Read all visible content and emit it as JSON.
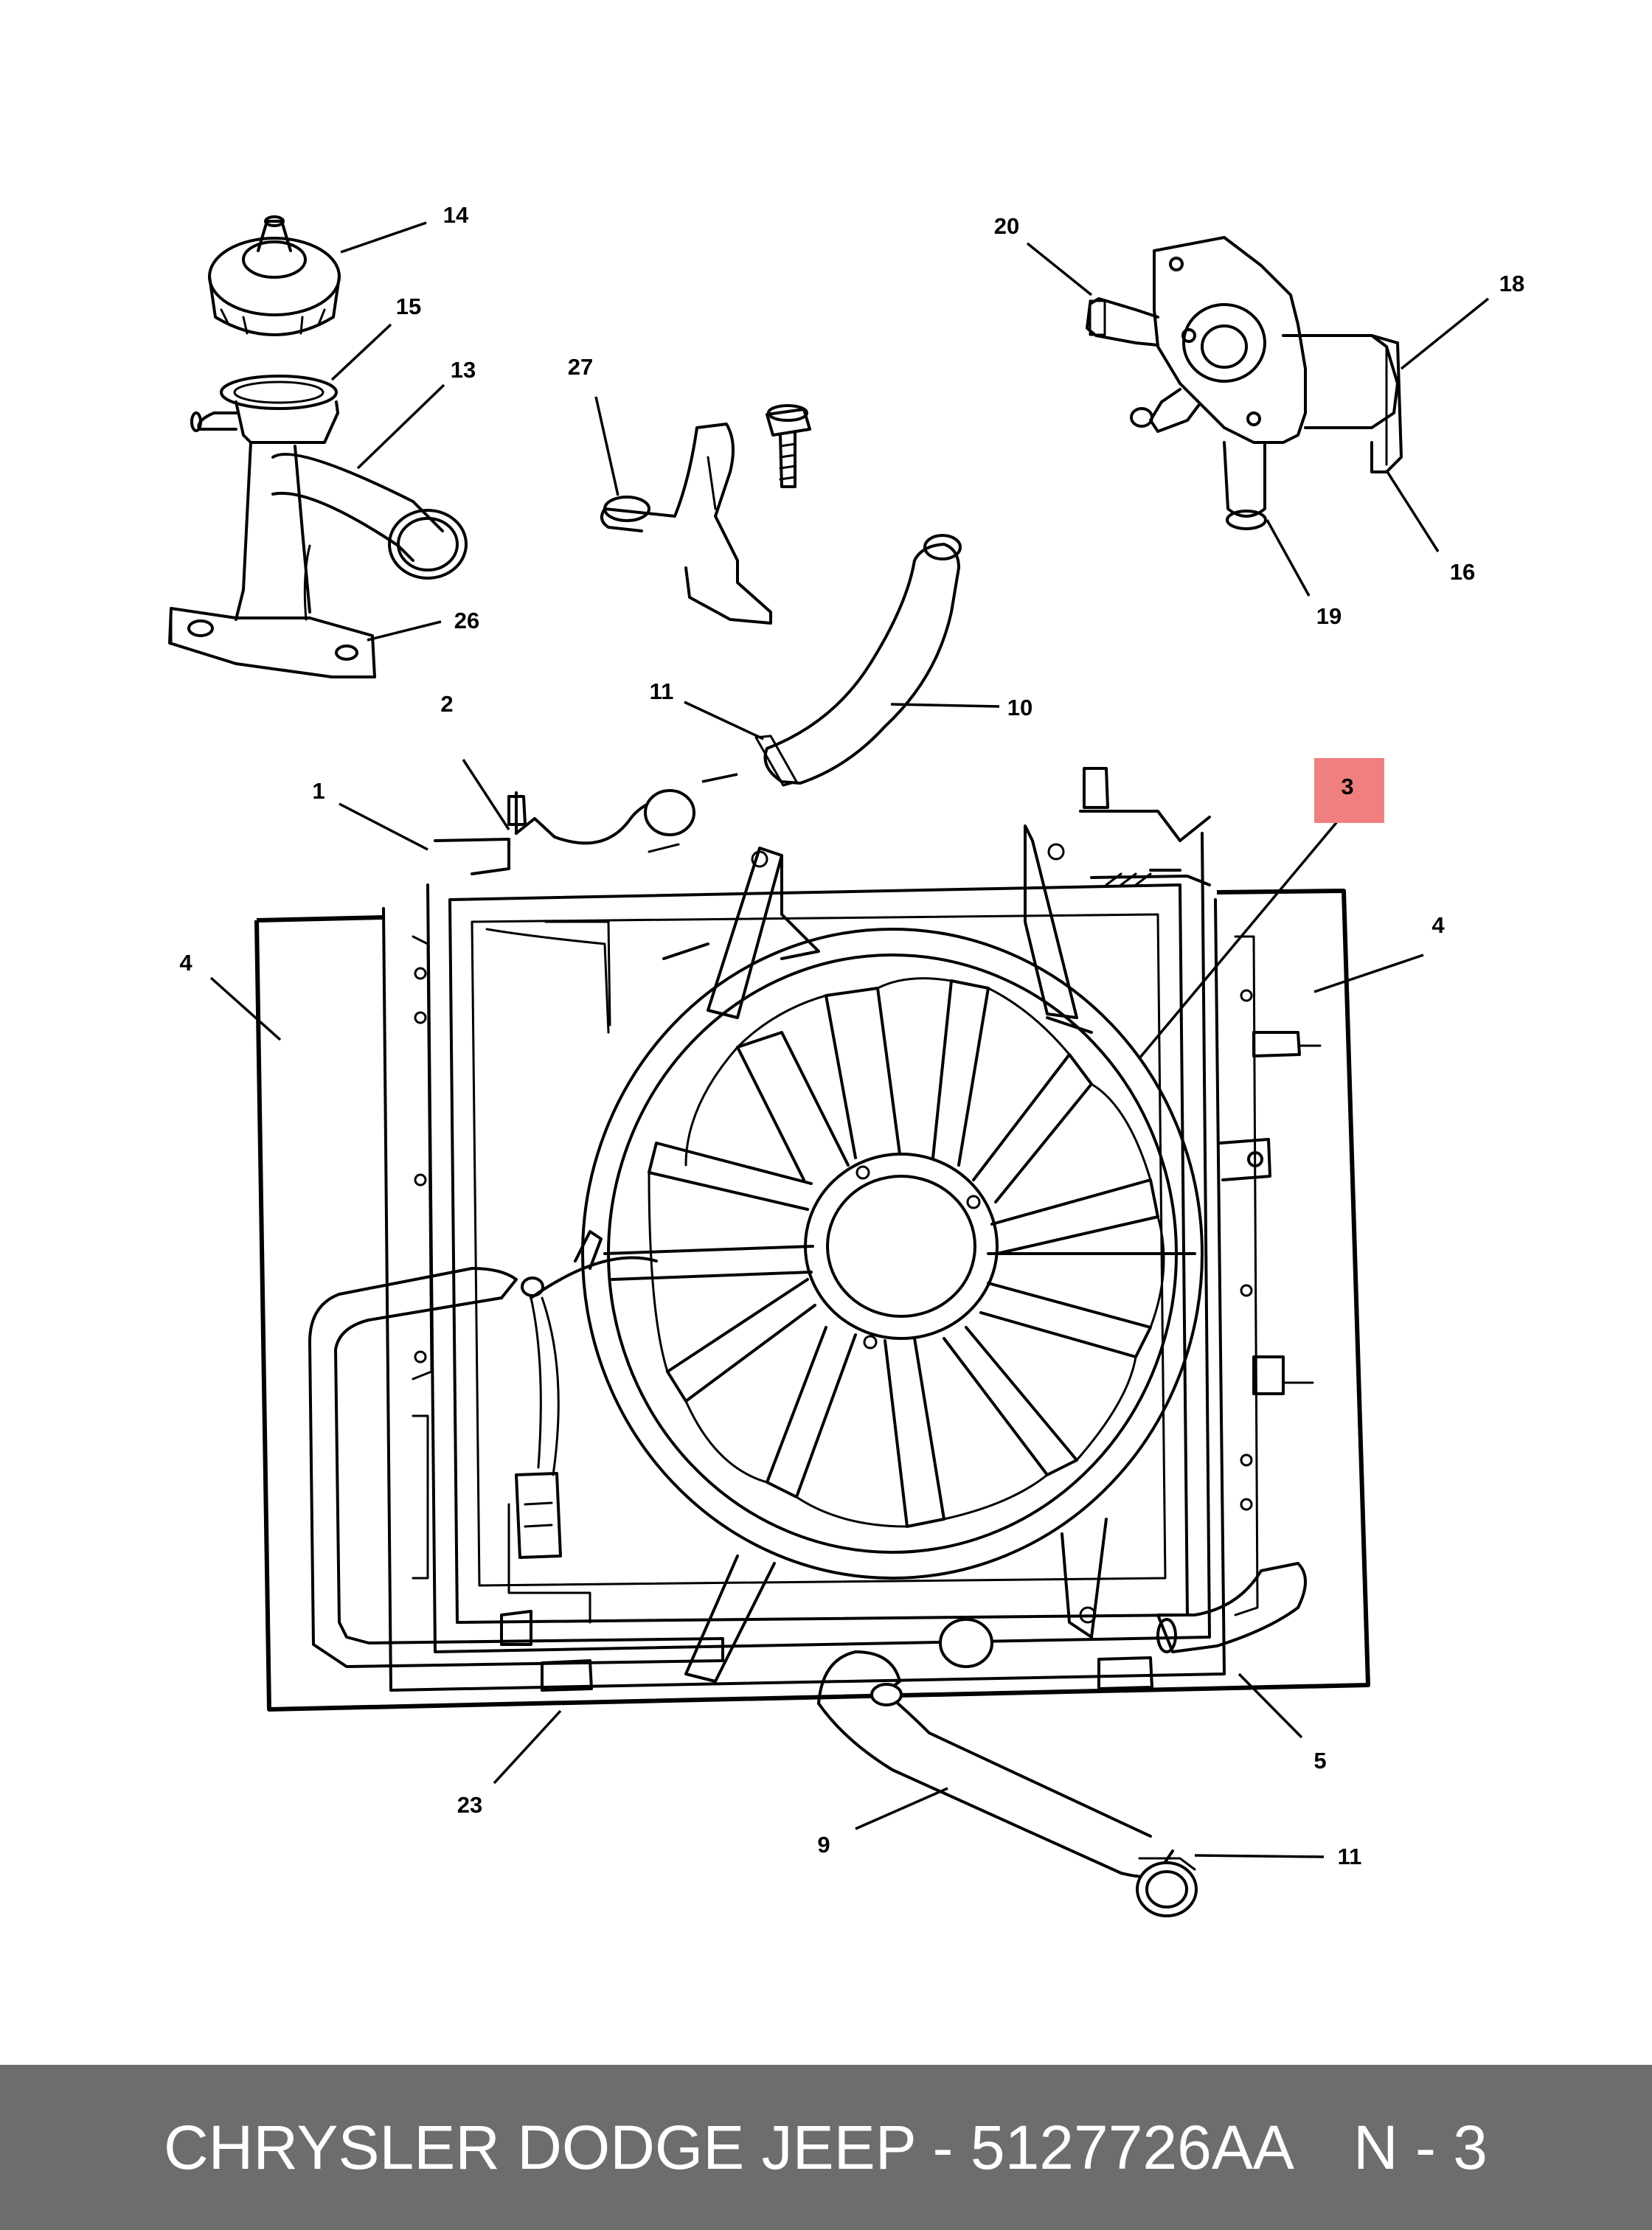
{
  "callouts": {
    "c1": "1",
    "c2": "2",
    "c3": "3",
    "c4_left": "4",
    "c4_right": "4",
    "c5": "5",
    "c9": "9",
    "c10": "10",
    "c11_top": "11",
    "c11_bottom": "11",
    "c13": "13",
    "c14": "14",
    "c15": "15",
    "c16": "16",
    "c18": "18",
    "c19": "19",
    "c20": "20",
    "c23": "23",
    "c26": "26",
    "c27": "27"
  },
  "highlight": {
    "callout": "3",
    "color": "#f08080"
  },
  "footer": {
    "part_text": "CHRYSLER DODGE JEEP - 5127726AA",
    "code_text": "N - 3",
    "background": "#6d6d6d"
  }
}
